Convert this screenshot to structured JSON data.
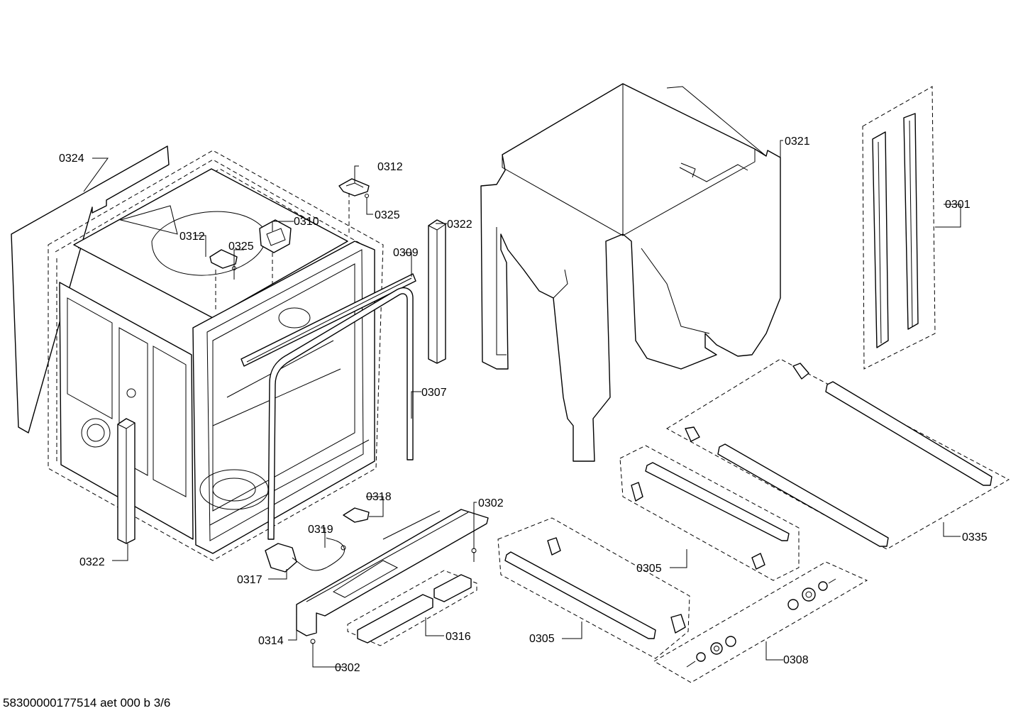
{
  "diagram": {
    "footer": "58300000177514 aet 000 b 3/6",
    "callouts": [
      {
        "id": "c0324",
        "label": "0324"
      },
      {
        "id": "c0312a",
        "label": "0312"
      },
      {
        "id": "c0325a",
        "label": "0325"
      },
      {
        "id": "c0312b",
        "label": "0312"
      },
      {
        "id": "c0325b",
        "label": "0325"
      },
      {
        "id": "c0310",
        "label": "0310"
      },
      {
        "id": "c0322a",
        "label": "0322"
      },
      {
        "id": "c0309",
        "label": "0309"
      },
      {
        "id": "c0307",
        "label": "0307"
      },
      {
        "id": "c0322b",
        "label": "0322"
      },
      {
        "id": "c0321",
        "label": "0321"
      },
      {
        "id": "c0301",
        "label": "0301"
      },
      {
        "id": "c0318",
        "label": "0318"
      },
      {
        "id": "c0319",
        "label": "0319"
      },
      {
        "id": "c0317",
        "label": "0317"
      },
      {
        "id": "c0302a",
        "label": "0302"
      },
      {
        "id": "c0314",
        "label": "0314"
      },
      {
        "id": "c0316",
        "label": "0316"
      },
      {
        "id": "c0302b",
        "label": "0302"
      },
      {
        "id": "c0305a",
        "label": "0305"
      },
      {
        "id": "c0305b",
        "label": "0305"
      },
      {
        "id": "c0335",
        "label": "0335"
      },
      {
        "id": "c0308",
        "label": "0308"
      }
    ]
  }
}
